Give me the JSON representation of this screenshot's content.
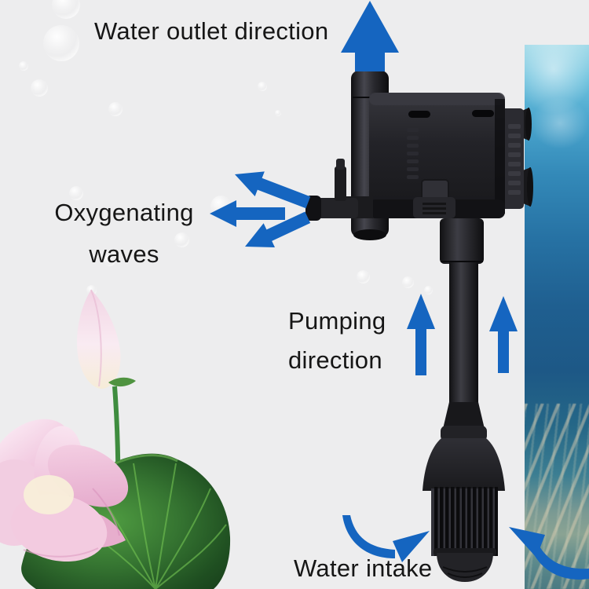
{
  "image_title": "Aquarium submersible pump water-flow diagram",
  "labels": {
    "water_outlet": "Water outlet direction",
    "oxygenating": [
      "Oxygenating",
      "waves"
    ],
    "pumping": [
      "Pumping",
      "direction"
    ],
    "water_intake": "Water intake"
  },
  "colors": {
    "arrow_blue": "#1565c0",
    "text": "#161616",
    "background_gray": "#ededee",
    "water_top": "#a3dbe9",
    "water_deep": "#1d5886",
    "pump_black": "#1c1c1f",
    "lotus_pink": "#eebcd8",
    "leaf_green": "#357431"
  },
  "icons": {
    "outlet_arrow": "up-arrow",
    "oxygen_arrows": [
      "up-left-arrow",
      "left-arrow",
      "down-left-arrow"
    ],
    "pumping_arrows": [
      "up-arrow",
      "up-arrow"
    ],
    "intake_arrows": [
      "curved-arrow-right",
      "curved-arrow-left"
    ]
  }
}
